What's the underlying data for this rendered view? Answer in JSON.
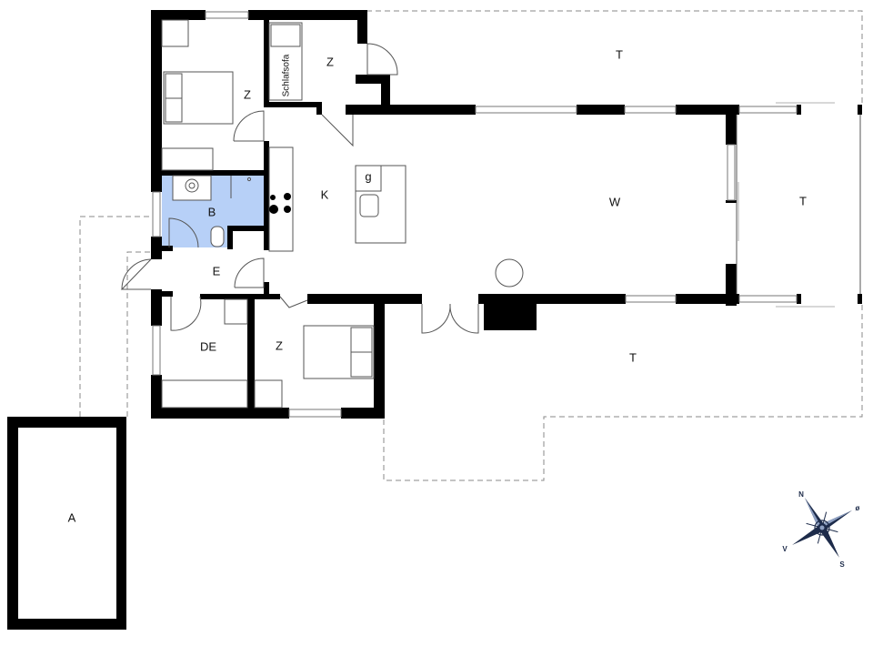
{
  "floorplan": {
    "rooms": {
      "bedroom_nw": {
        "label": "Z"
      },
      "bedroom_n": {
        "label": "Z"
      },
      "sofa_bed": {
        "label": "Schlafsofa"
      },
      "bathroom": {
        "label": "B"
      },
      "kitchen": {
        "label": "K"
      },
      "kitchen_island_tag": {
        "label": "g"
      },
      "entrance": {
        "label": "E"
      },
      "dining_eating": {
        "label": "DE"
      },
      "bedroom_s": {
        "label": "Z"
      },
      "living": {
        "label": "W"
      },
      "terrace_north": {
        "label": "T"
      },
      "terrace_east": {
        "label": "T"
      },
      "terrace_south": {
        "label": "T"
      },
      "annex": {
        "label": "A"
      }
    },
    "colors": {
      "wall": "#000000",
      "bathroom_fill": "#b7d0f7",
      "compass": "#1d2b4a"
    },
    "compass": {
      "north": "N",
      "east": "ø",
      "south": "S",
      "west": "V"
    }
  }
}
